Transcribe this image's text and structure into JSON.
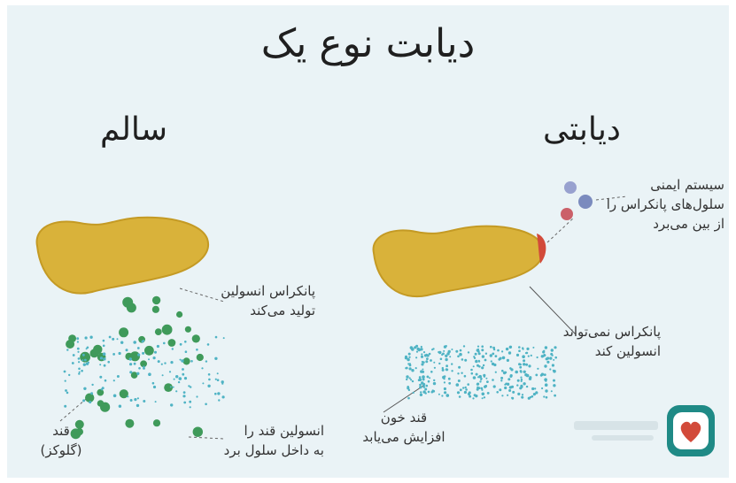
{
  "title": "دیابت نوع یک",
  "panels": {
    "healthy": {
      "heading": "سالم",
      "pancreas_label": [
        "پانکراس انسولین",
        "تولید می‌کند"
      ],
      "sugar_label": [
        "قند",
        "(گلوکز)"
      ],
      "insulin_label": [
        "انسولین قند را",
        "به داخل سلول برد"
      ]
    },
    "diabetic": {
      "heading": "دیابتی",
      "immune_label": [
        "سیستم ایمنی",
        "سلول‌های پانکراس را",
        "از بین می‌برد"
      ],
      "pancreas_label": [
        "پانکراس نمی‌تواند",
        "انسولین کند"
      ],
      "blood_sugar_label": [
        "قند خون",
        "افزایش می‌یابد"
      ]
    }
  },
  "colors": {
    "background": "#eaf3f6",
    "pancreas": "#d9b23a",
    "insulin": "#3f9a5a",
    "glucose": "#4fb3c4",
    "damage": "#d24a3a",
    "immune_red": "#c8505a",
    "immune_blue": "#6f7fb8"
  },
  "logo": {
    "icon": "heart-logo-icon"
  }
}
